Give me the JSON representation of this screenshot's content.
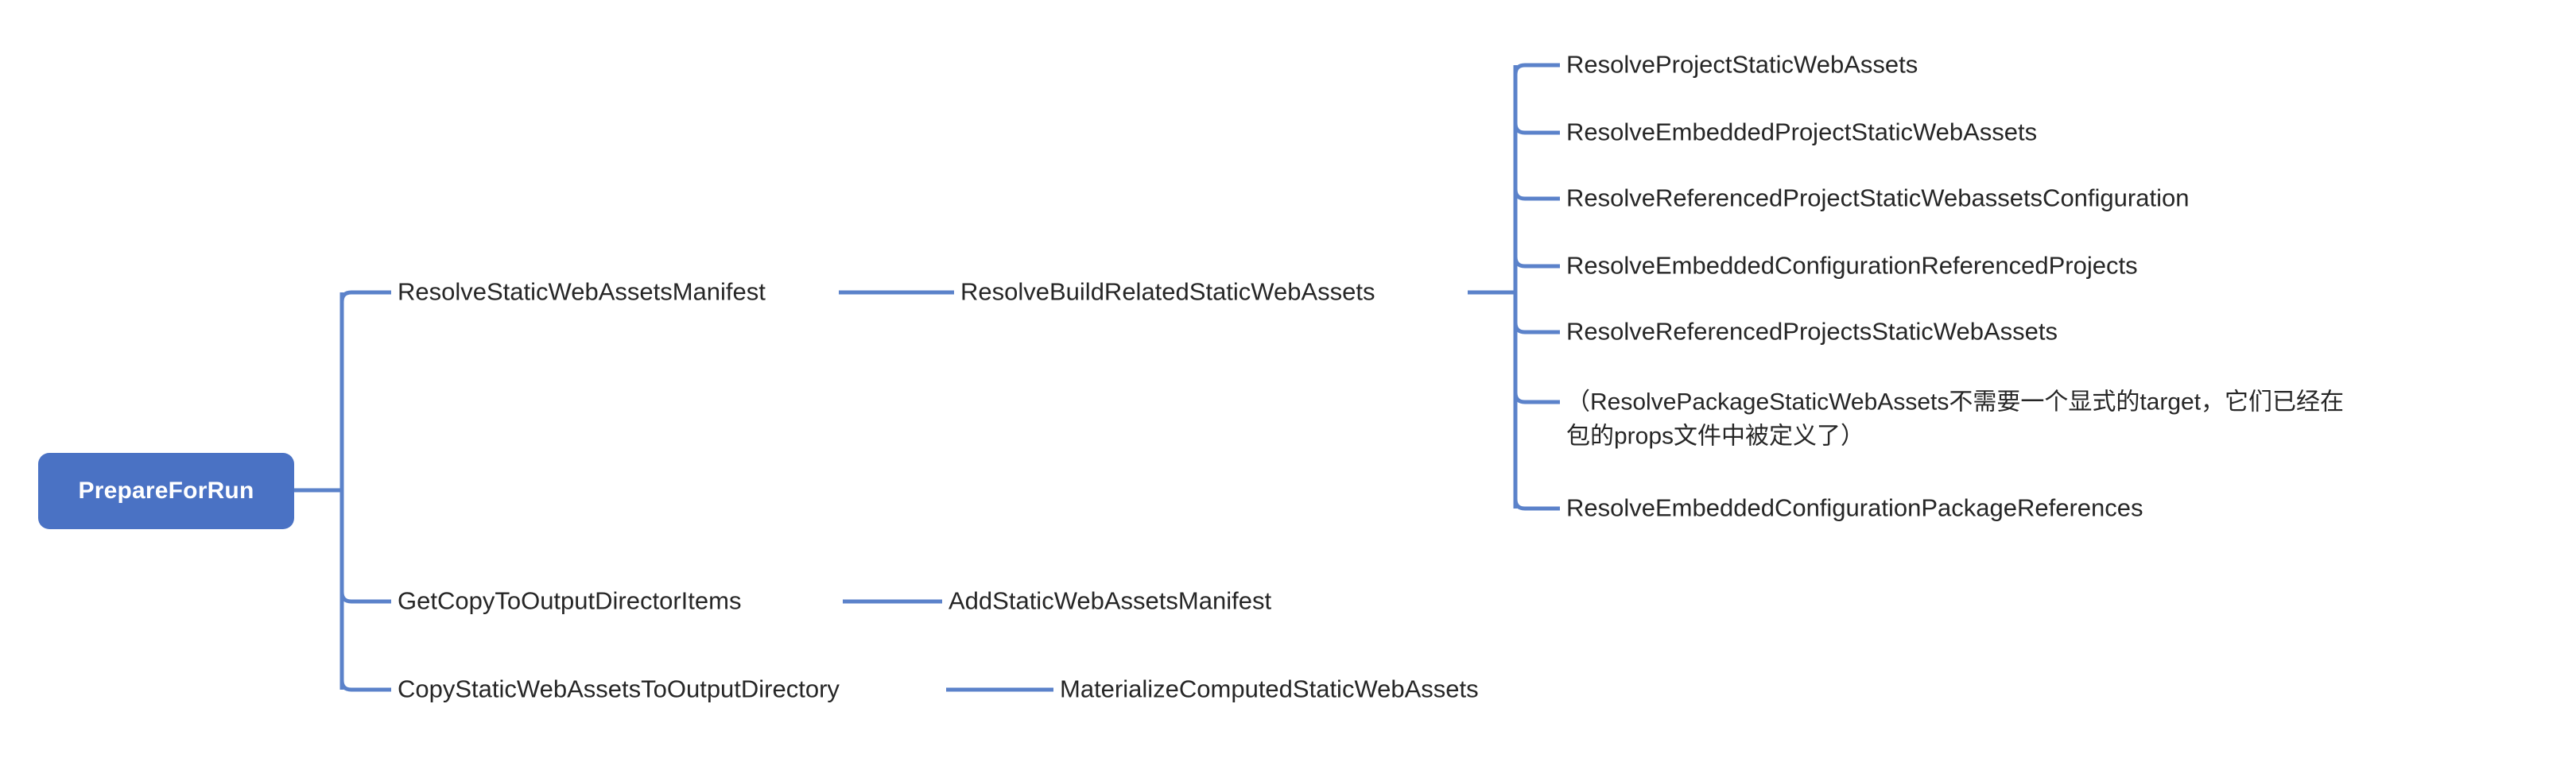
{
  "diagram": {
    "type": "mindmap",
    "title": "PrepareForRun target dependency mindmap",
    "background_color": "#ffffff",
    "accent_color": "#4a72c4",
    "connector_color": "#5b82ca",
    "text_color": "#262626",
    "root": {
      "label": "PrepareForRun",
      "style": "rounded-rectangle",
      "fill": "#4a72c4",
      "text_color": "#ffffff"
    },
    "branches": [
      {
        "label": "ResolveStaticWebAssetsManifest",
        "children": [
          {
            "label": "ResolveBuildRelatedStaticWebAssets",
            "children": [
              {
                "label": "ResolveProjectStaticWebAssets"
              },
              {
                "label": "ResolveEmbeddedProjectStaticWebAssets"
              },
              {
                "label": "ResolveReferencedProjectStaticWebassetsConfiguration"
              },
              {
                "label": "ResolveEmbeddedConfigurationReferencedProjects"
              },
              {
                "label": "ResolveReferencedProjectsStaticWebAssets"
              },
              {
                "label": "（ResolvePackageStaticWebAssets不需要一个显式的target，它们已经在包的props文件中被定义了）"
              },
              {
                "label": "ResolveEmbeddedConfigurationPackageReferences"
              }
            ]
          }
        ]
      },
      {
        "label": "GetCopyToOutputDirectorItems",
        "children": [
          {
            "label": "AddStaticWebAssetsManifest"
          }
        ]
      },
      {
        "label": "CopyStaticWebAssetsToOutputDirectory",
        "children": [
          {
            "label": "MaterializeComputedStaticWebAssets"
          }
        ]
      }
    ]
  }
}
